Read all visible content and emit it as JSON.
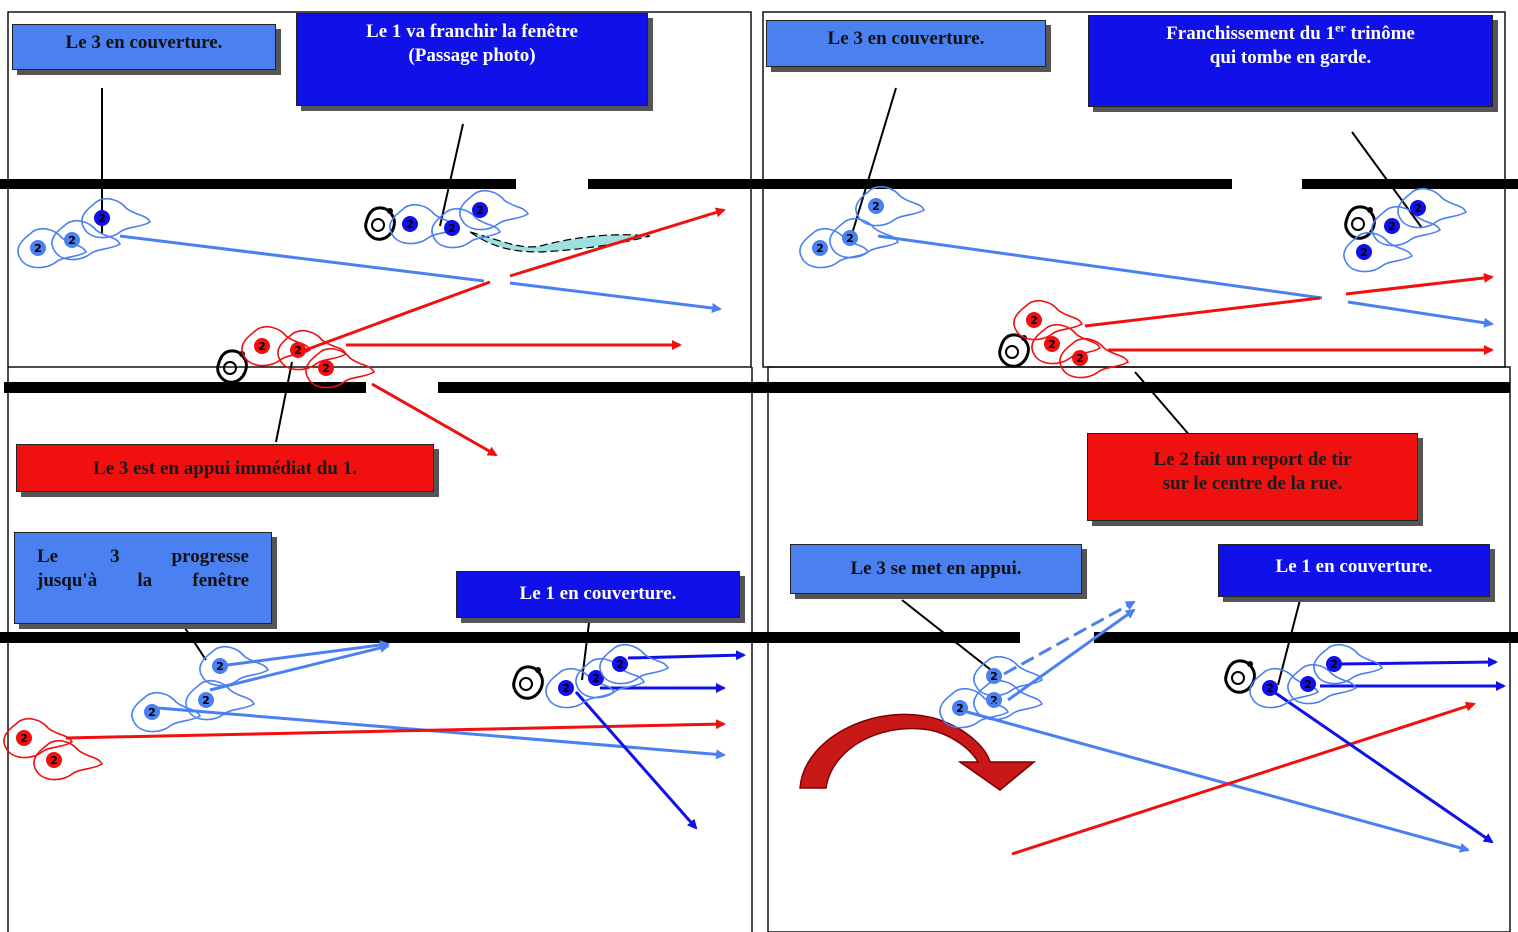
{
  "labels": {
    "p1_cover3": "Le 3 en couverture.",
    "p1_pass1": "Le 1 va franchir la fenêtre\n(Passage photo)",
    "p1_support3": "Le 3 est en appui immédiat du 1.",
    "p2_cover3": "Le 3 en couverture.",
    "p2_cross_main": "Franchissement du 1",
    "p2_cross_sup": "er",
    "p2_cross_rest": " trinôme\nqui tombe en garde.",
    "p2_report2": "Le 2 fait un report de tir\nsur le centre de la rue.",
    "p3_progress3": "Le 3 progresse\njusqu'à la fenêtre",
    "p3_cover1": "Le 1 en couverture.",
    "p4_support3": "Le 3 se met en appui.",
    "p4_cover1": "Le 1 en couverture."
  },
  "colors": {
    "light_blue": "#4b80f0",
    "dark_blue": "#1010e8",
    "red": "#f01010",
    "wall": "#000000",
    "window_glass": "#9edfe0",
    "curved_arrow": "#c81818"
  },
  "icons": [
    "soldier-blue-icon",
    "soldier-red-icon",
    "grenade-icon",
    "curved-arrow-icon"
  ]
}
